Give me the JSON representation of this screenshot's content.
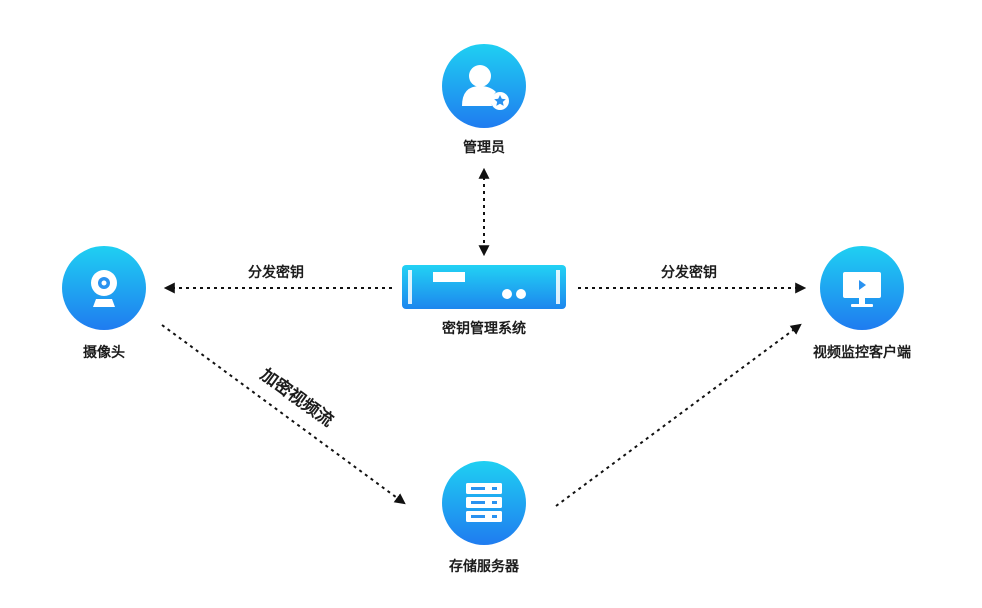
{
  "nodes": {
    "admin": "管理员",
    "kms": "密钥管理系统",
    "camera": "摄像头",
    "client": "视频监控客户端",
    "storage": "存储服务器"
  },
  "edges": {
    "kms_to_camera": "分发密钥",
    "kms_to_client": "分发密钥",
    "camera_to_storage": "加密视频流"
  },
  "colors": {
    "gradient_top": "#1fd0f2",
    "gradient_bottom": "#1f7cf0",
    "icon_fill": "#ffffff",
    "arrow": "#111111"
  },
  "icons": {
    "admin": "admin-user-icon",
    "kms": "server-appliance-icon",
    "camera": "webcam-icon",
    "client": "monitor-play-icon",
    "storage": "server-rack-icon"
  }
}
